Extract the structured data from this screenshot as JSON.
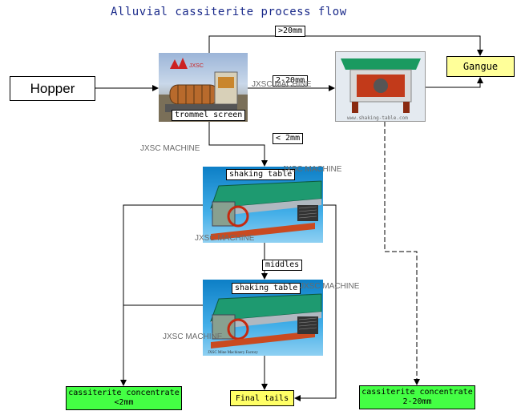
{
  "title": "Alluvial cassiterite process flow",
  "nodes": {
    "hopper": "Hopper",
    "gangue": "Gangue",
    "conc_left": [
      "cassiterite concentrate",
      "<2mm"
    ],
    "conc_right": [
      "cassiterite concentrate",
      "2-20mm"
    ],
    "tails": "Final tails"
  },
  "equipment_labels": {
    "trommel": "trommel screen",
    "shaking1": "shaking table",
    "shaking2": "shaking table"
  },
  "edge_labels": {
    "gt20": ">20mm",
    "r2_20": "2-20mm",
    "lt2": "< 2mm",
    "middles": "middles"
  },
  "watermark": "JXSC MACHINE",
  "image_text": {
    "trommel_brand": "JXSC",
    "site": "www.shaking-table.com",
    "factory": "JXSC Mine Machinery Factory"
  },
  "colors": {
    "concentrate": "#44ff44",
    "gangue": "#ffff99",
    "tails": "#ffff66",
    "title": "#1a2a8a"
  }
}
